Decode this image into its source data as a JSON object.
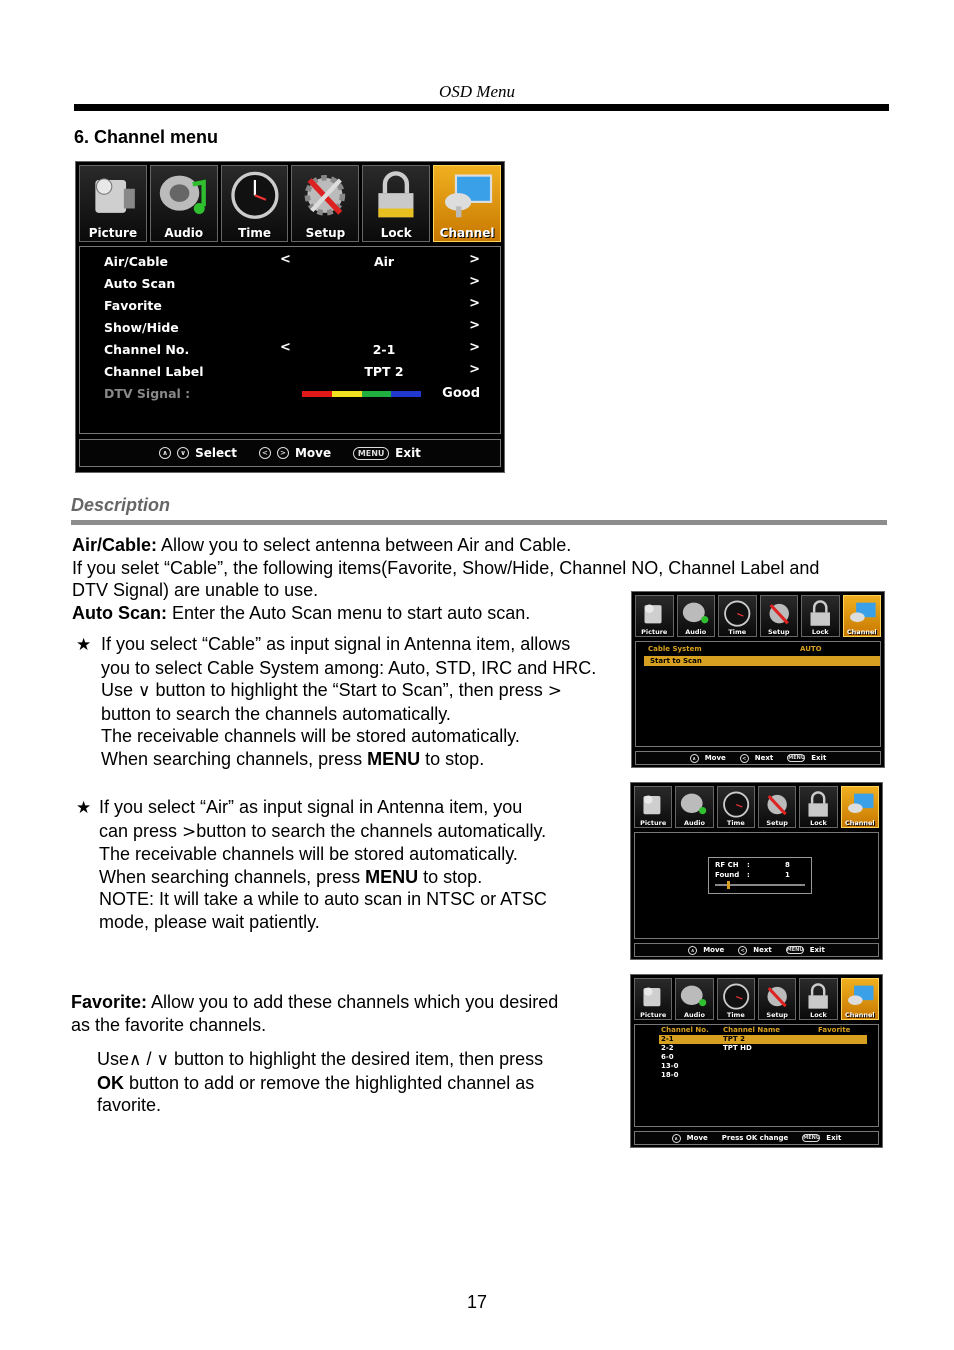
{
  "header": {
    "title": "OSD Menu"
  },
  "section_title": "6. Channel menu",
  "tabs": [
    {
      "label": "Picture",
      "icon": "camcorder-icon"
    },
    {
      "label": "Audio",
      "icon": "speaker-music-icon"
    },
    {
      "label": "Time",
      "icon": "clock-icon"
    },
    {
      "label": "Setup",
      "icon": "tools-gear-icon"
    },
    {
      "label": "Lock",
      "icon": "padlock-icon"
    },
    {
      "label": "Channel",
      "icon": "satellite-dish-icon"
    }
  ],
  "channel_menu": {
    "rows": [
      {
        "label": "Air/Cable",
        "left_arrow": "<",
        "value": "Air",
        "right_arrow": ">"
      },
      {
        "label": "Auto Scan",
        "left_arrow": "",
        "value": "",
        "right_arrow": ">"
      },
      {
        "label": "Favorite",
        "left_arrow": "",
        "value": "",
        "right_arrow": ">"
      },
      {
        "label": "Show/Hide",
        "left_arrow": "",
        "value": "",
        "right_arrow": ">"
      },
      {
        "label": "Channel No.",
        "left_arrow": "<",
        "value": "2-1",
        "right_arrow": ">"
      },
      {
        "label": "Channel Label",
        "left_arrow": "",
        "value": "TPT 2",
        "right_arrow": ">"
      }
    ],
    "dtv_signal": {
      "label": "DTV Signal :",
      "value": "Good",
      "colors": [
        "#e01818",
        "#f0e020",
        "#20b040",
        "#2038d0"
      ]
    },
    "footer": {
      "select": "Select",
      "move": "Move",
      "menu_key": "MENU",
      "exit": "Exit"
    }
  },
  "description": {
    "heading": "Description",
    "air_cable_term": "Air/Cable:",
    "air_cable_text": " Allow you to select antenna between Air and Cable.",
    "air_cable_line2": "If you selet “Cable”, the following items(Favorite, Show/Hide, Channel NO, Channel Label and",
    "air_cable_line3": "DTV Signal) are unable to use.",
    "auto_scan_term": "Auto Scan:",
    "auto_scan_text": " Enter the Auto Scan menu to start auto scan.",
    "cable_note": {
      "star": "★",
      "l1": "If you select “Cable” as input signal in Antenna item, allows",
      "l2": "you to select Cable System among: Auto, STD, IRC and HRC.",
      "l3a": "Use ",
      "down_glyph": "∨",
      "l3b": " button to highlight the “Start to Scan”, then press ",
      "right_glyph": ">",
      "l4": "button to search the channels automatically.",
      "l5": "The receivable channels will be stored automatically.",
      "l6a": "When searching channels, press ",
      "menu_word": "MENU",
      "l6b": " to stop."
    },
    "air_note": {
      "star": "★",
      "l1": "If you select “Air” as input signal in Antenna item, you",
      "l2a": "can press ",
      "right_glyph": ">",
      "l2b": "button to search the channels automatically.",
      "l3": "The receivable channels will be stored automatically.",
      "l4a": "When searching channels, press ",
      "menu_word": "MENU",
      "l4b": " to stop.",
      "l5": "NOTE: It will take a while to auto scan in NTSC or ATSC",
      "l6": "mode, please wait patiently."
    },
    "favorite": {
      "term": "Favorite:",
      "text": " Allow you to add these channels which you desired",
      "line2": "as the favorite channels.",
      "use": "Use",
      "up_glyph": "∧",
      "slash": " / ",
      "down_glyph": "∨",
      "l3b": " button to highlight the desired item, then press",
      "ok_word": "OK",
      "l4b": " button to add or remove the highlighted channel as",
      "l5": "favorite."
    }
  },
  "cable_osd": {
    "cable_system_label": "Cable System",
    "cable_system_value": "AUTO",
    "start_scan": "Start to Scan",
    "footer": {
      "move": "Move",
      "next": "Next",
      "menu_key": "MENU",
      "exit": "Exit"
    }
  },
  "air_osd": {
    "rf_ch_label": "RF CH",
    "rf_ch_value": "8",
    "found_label": "Found",
    "found_value": "1",
    "colon": ":",
    "footer": {
      "move": "Move",
      "next": "Next",
      "menu_key": "MENU",
      "exit": "Exit"
    }
  },
  "favorite_osd": {
    "headers": [
      "Channel No.",
      "Channel Name",
      "Favorite"
    ],
    "rows": [
      [
        "2-1",
        "TPT 2"
      ],
      [
        "2-2",
        "TPT HD"
      ],
      [
        "6-0",
        ""
      ],
      [
        "13-0",
        ""
      ],
      [
        "18-0",
        ""
      ]
    ],
    "footer": {
      "move": "Move",
      "change": "Press OK change",
      "menu_key": "MENU",
      "exit": "Exit"
    }
  },
  "page_number": "17"
}
